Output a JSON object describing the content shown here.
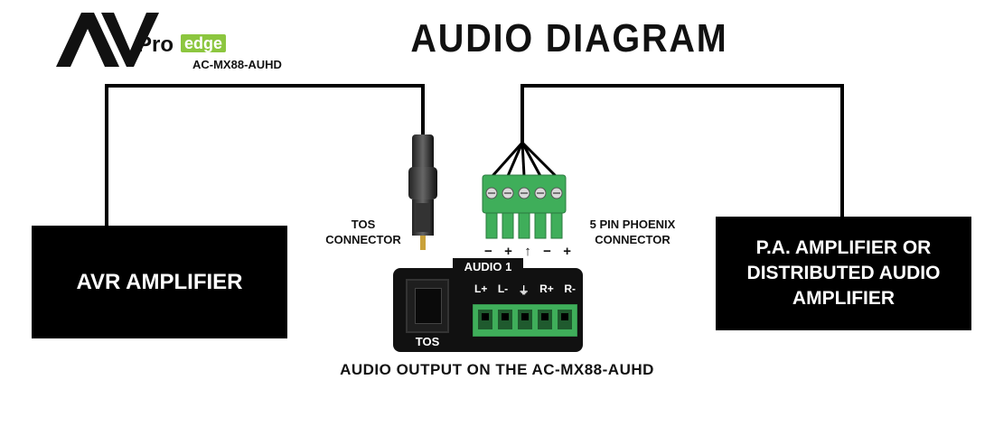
{
  "brand": {
    "logo_av": "AV",
    "logo_pro": "Pro",
    "logo_edge": "edge",
    "model": "AC-MX88-AUHD",
    "accent_green": "#8cc63f"
  },
  "title": "AUDIO DIAGRAM",
  "avr_box": {
    "label": "AVR AMPLIFIER"
  },
  "pa_box": {
    "lines": [
      "P.A. AMPLIFIER OR",
      "DISTRIBUTED AUDIO",
      "AMPLIFIER"
    ]
  },
  "tos_label": {
    "lines": [
      "TOS",
      "CONNECTOR"
    ]
  },
  "phoenix_label": {
    "lines": [
      "5 PIN PHOENIX",
      "CONNECTOR"
    ]
  },
  "phoenix_pins": [
    "−",
    "+",
    "↑",
    "−",
    "+"
  ],
  "panel": {
    "section_label": "AUDIO 1",
    "tos_port_label": "TOS",
    "pin_labels": [
      "L+",
      "L-",
      "⏚",
      "R+",
      "R-"
    ]
  },
  "caption": "AUDIO OUTPUT ON THE AC-MX88-AUHD",
  "colors": {
    "connector_green": "#3fae5a",
    "background": "#ffffff",
    "box": "#000000"
  }
}
